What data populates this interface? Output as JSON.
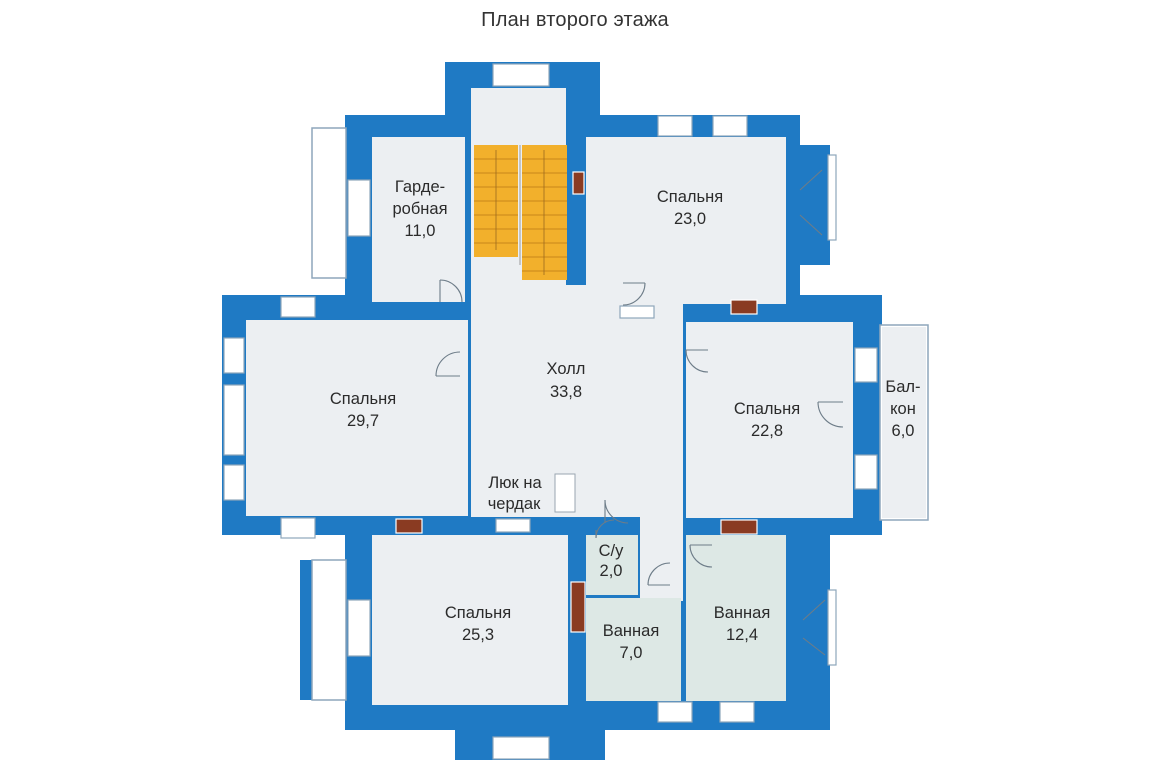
{
  "title": "План второго этажа",
  "colors": {
    "wall": "#1f7ac4",
    "floor": "#eceff2",
    "wet_floor": "#dde8e5",
    "stair": "#f2b02c",
    "chimney": "#8a3b22",
    "outline": "#8ea6bb",
    "window": "#ffffff"
  },
  "rooms": {
    "wardrobe": {
      "name_line1": "Гарде-",
      "name_line2": "робная",
      "area": "11,0"
    },
    "bedroom_ne": {
      "name": "Спальня",
      "area": "23,0"
    },
    "bedroom_w": {
      "name": "Спальня",
      "area": "29,7"
    },
    "hall": {
      "name": "Холл",
      "area": "33,8"
    },
    "bedroom_e": {
      "name": "Спальня",
      "area": "22,8"
    },
    "balcony": {
      "name_line1": "Бал-",
      "name_line2": "кон",
      "area": "6,0"
    },
    "attic_hatch": {
      "line1": "Люк на",
      "line2": "чердак"
    },
    "wc": {
      "name": "С/у",
      "area": "2,0"
    },
    "bedroom_sw": {
      "name": "Спальня",
      "area": "25,3"
    },
    "bath_s": {
      "name": "Ванная",
      "area": "7,0"
    },
    "bath_se": {
      "name": "Ванная",
      "area": "12,4"
    }
  }
}
